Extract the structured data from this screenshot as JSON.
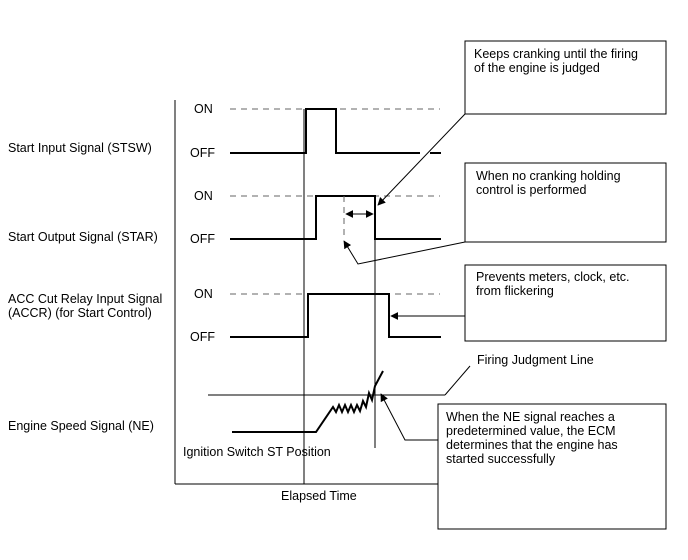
{
  "signals": {
    "stsw": {
      "name": "Start Input Signal (STSW)",
      "on": "ON",
      "off": "OFF"
    },
    "star": {
      "name": "Start Output Signal (STAR)",
      "on": "ON",
      "off": "OFF"
    },
    "accr": {
      "name_line1": "ACC Cut Relay Input Signal",
      "name_line2": "(ACCR) (for Start Control)",
      "on": "ON",
      "off": "OFF"
    },
    "ne": {
      "name": "Engine Speed Signal (NE)"
    }
  },
  "annotations": {
    "cranking": {
      "line1": "Keeps cranking until the firing",
      "line2": "of the engine is judged"
    },
    "no_holding": {
      "line1": "When no cranking holding",
      "line2": "control is performed"
    },
    "flicker": {
      "line1": "Prevents meters, clock, etc.",
      "line2": "from flickering"
    },
    "ne_reach": {
      "line1": "When the NE signal reaches a",
      "line2": "predetermined value, the ECM",
      "line3": "determines that the engine has",
      "line4": "started successfully"
    }
  },
  "labels": {
    "firing_line": "Firing Judgment Line",
    "ignition_st": "Ignition Switch ST Position",
    "x_axis": "Elapsed Time"
  }
}
